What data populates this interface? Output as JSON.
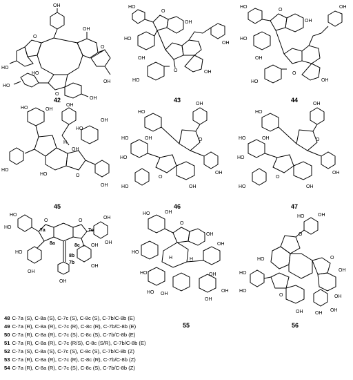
{
  "atoms": {
    "oh": "OH",
    "ho": "HO",
    "o": "O",
    "h": "H"
  },
  "compounds": {
    "c42": "42",
    "c43": "43",
    "c44": "44",
    "c45": "45",
    "c46": "46",
    "c47": "47",
    "c55": "55",
    "c56": "56"
  },
  "position_labels": [
    "7a",
    "7c",
    "8a",
    "8c",
    "8b",
    "7b"
  ],
  "stereo_list": [
    {
      "num": "48",
      "text": "C-7a (S), C-8a (S), C-7c (S), C-8c (S), C-7b/C-8b (E)"
    },
    {
      "num": "49",
      "text": "C-7a (R), C-8a (R), C-7c (R), C-8c (R), C-7b/C-8b (E)"
    },
    {
      "num": "50",
      "text": "C-7a (R), C-8a (R), C-7c (S), C-8c (S), C-7b/C-8b (E)"
    },
    {
      "num": "51",
      "text": "C-7a (R), C-8a (R), C-7c (R/S), C-8c (S/R), C-7b/C-8b (E)"
    },
    {
      "num": "52",
      "text": "C-7a (S), C-8a (S), C-7c (S), C-8c (S), C-7b/C-8b (Z)"
    },
    {
      "num": "53",
      "text": "C-7a (R), C-8a (R), C-7c (R), C-8c (R), C-7b/C-8b (Z)"
    },
    {
      "num": "54",
      "text": "C-7a (R), C-8a (R), C-7c (S), C-8c (S), C-7b/C-8b (Z)"
    }
  ]
}
